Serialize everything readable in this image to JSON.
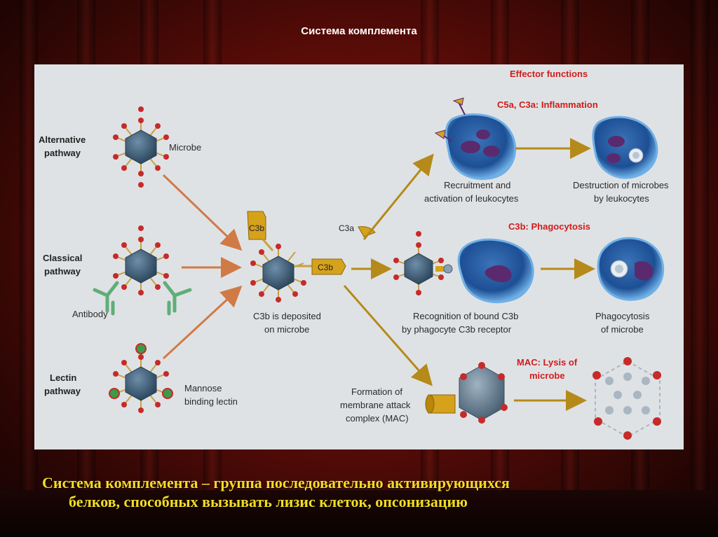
{
  "slide": {
    "title": "Система комплемента",
    "footer_line1": "Система комплемента – группа последовательно активирующихся",
    "footer_line2": "белков, способных вызывать лизис клеток, опсонизацию"
  },
  "diagram": {
    "effector_functions": "Effector functions",
    "pathways": {
      "alternative_1": "Alternative",
      "alternative_2": "pathway",
      "classical_1": "Classical",
      "classical_2": "pathway",
      "lectin_1": "Lectin",
      "lectin_2": "pathway"
    },
    "labels": {
      "microbe": "Microbe",
      "antibody": "Antibody",
      "mannose_1": "Mannose",
      "mannose_2": "binding lectin",
      "c3b_top": "C3b",
      "c3b_side": "C3b",
      "c3a": "C3a",
      "deposited_1": "C3b is deposited",
      "deposited_2": "on microbe",
      "recruit_1": "Recruitment and",
      "recruit_2": "activation of leukocytes",
      "destruct_1": "Destruction of microbes",
      "destruct_2": "by leukocytes",
      "recog_1": "Recognition of bound C3b",
      "recog_2": "by phagocyte C3b receptor",
      "phago_1": "Phagocytosis",
      "phago_2": "of microbe",
      "mac_form_1": "Formation of",
      "mac_form_2": "membrane attack",
      "mac_form_3": "complex (MAC)"
    },
    "effects": {
      "inflammation": "C5a, C3a: Inflammation",
      "phagocytosis": "C3b: Phagocytosis",
      "lysis_1": "MAC: Lysis of",
      "lysis_2": "microbe"
    },
    "colors": {
      "arrow": "#d07a46",
      "arrow_gold": "#b58a1a",
      "microbe": "#3d5f7a",
      "spike_ball": "#c62a2a",
      "c3b": "#d6a21c",
      "cell_outer": "#4f8fcf",
      "cell_inner": "#1c4e93",
      "nucleus": "#5b2a6e",
      "antibody": "#5fae78",
      "effect_red": "#d01c1c"
    }
  }
}
